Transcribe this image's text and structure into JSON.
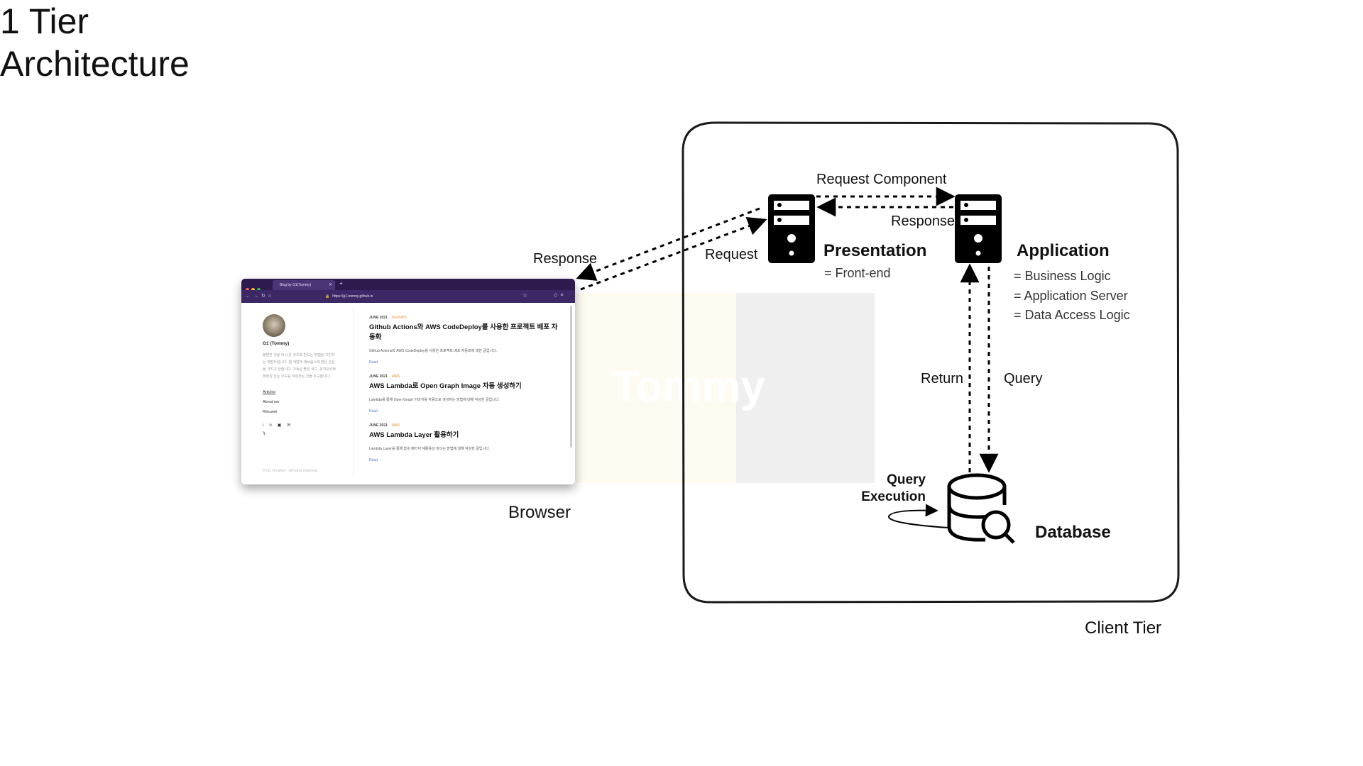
{
  "title": {
    "line1": "1 Tier",
    "line2": "Architecture"
  },
  "labels": {
    "request_component": "Request Component",
    "response_top": "Response",
    "response_left": "Response",
    "request": "Request",
    "presentation": "Presentation",
    "presentation_sub": "= Front-end",
    "application": "Application",
    "application_sub": [
      "= Business Logic",
      "= Application Server",
      "= Data Access Logic"
    ],
    "return": "Return",
    "query": "Query",
    "query_execution_1": "Query",
    "query_execution_2": "Execution",
    "database": "Database",
    "browser": "Browser",
    "client_tier": "Client Tier"
  },
  "browser_screenshot": {
    "tab_title": "Blog by G1(Tommy)",
    "url": "https://g1-tommy.github.io",
    "profile_name": "G1 (Tommy)",
    "bio": "불편한 것을 더 나은 것으로 만드는 방법을 고민하는 개발자입니다. 웹 개발과 데브옵스에 많은 관심을 가지고 있습니다. 가독성 좋은 코드, 유지보수와 확장성 있는 코드를 작성하는 것을 추구합니다.",
    "nav": [
      "Articles",
      "About me",
      "Résumé"
    ],
    "copyright": "© G1 (Tommy) . All rights reserved.",
    "posts": [
      {
        "date": "JUNE 2021",
        "tag": "DEVOPS",
        "title": "Github Actions와 AWS CodeDeploy를 사용한 프로젝트 배포 자동화",
        "desc": "Github Actions와 AWS CodeDeploy를 사용한 프로젝트 배포 자동화에 대한 글입니다.",
        "read": "Read"
      },
      {
        "date": "JUNE 2021",
        "tag": "AWS",
        "title": "AWS Lambda로 Open Graph Image 자동 생성하기",
        "desc": "Lambda를 통해 Open Graph 이미지를 자동으로 생성하는 방법에 대해 작성한 글입니다.",
        "read": "Read"
      },
      {
        "date": "JUNE 2021",
        "tag": "AWS",
        "title": "AWS Lambda Layer 활용하기",
        "desc": "Lambda Layer를 통해 함수 패키지 재활용성 높이는 방법에 대해 작성한 글입니다.",
        "read": "Read"
      }
    ],
    "overlay_text": "Tommy"
  },
  "colors": {
    "tab_bar": "#2d1b4e",
    "tag": "#f08a24",
    "link": "#4c7ae0"
  }
}
